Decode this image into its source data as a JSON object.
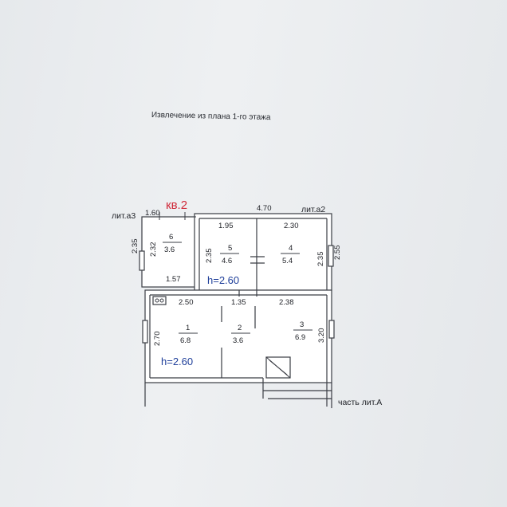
{
  "caption": "Извлечение из плана 1-го этажа",
  "apartment_label": "кв.2",
  "labels": {
    "lit_a3": "лит.а3",
    "lit_a2": "лит.а2",
    "part_lit_a": "часть лит.А"
  },
  "heights": {
    "upper": "h=2.60",
    "lower": "h=2.60"
  },
  "rooms": [
    {
      "number": "6",
      "area": "3.6"
    },
    {
      "number": "5",
      "area": "4.6"
    },
    {
      "number": "4",
      "area": "5.4"
    },
    {
      "number": "1",
      "area": "6.8"
    },
    {
      "number": "2",
      "area": "3.6"
    },
    {
      "number": "3",
      "area": "6.9"
    }
  ],
  "dimensions": {
    "top_left": "1.60",
    "top_overall": "4.70",
    "room5_width": "1.95",
    "room4_width": "2.30",
    "left_outer_height": "2.35",
    "room6_height": "2.32",
    "room5_height": "2.35",
    "room4_height": "2.35",
    "right_outer_height": "2.55",
    "corridor_width": "1.57",
    "room1_width": "2.50",
    "room2_width": "1.35",
    "room3_width": "2.38",
    "room1_height": "2.70",
    "room3_height": "3.20"
  }
}
